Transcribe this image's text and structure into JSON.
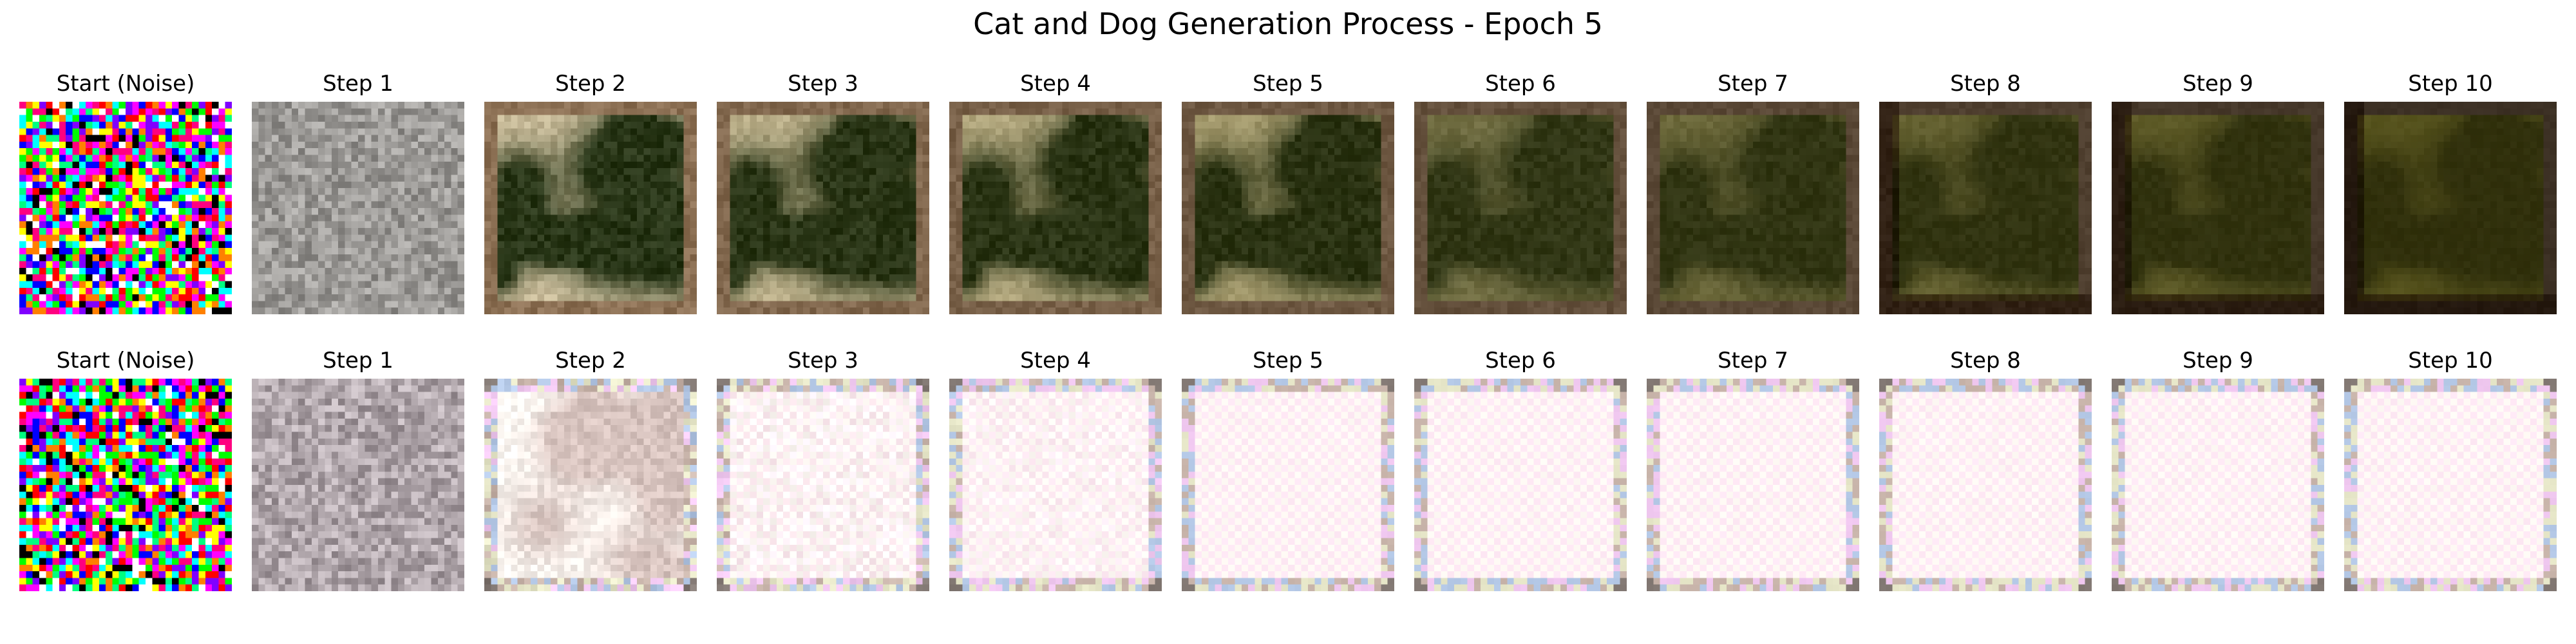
{
  "figure": {
    "title": "Cat and Dog Generation Process - Epoch 5"
  },
  "rows": [
    {
      "panels": [
        {
          "label": "Start (Noise)",
          "image": "random-color-noise"
        },
        {
          "label": "Step 1",
          "image": "gray-noisy-blur"
        },
        {
          "label": "Step 2",
          "image": "dark-green-blotches"
        },
        {
          "label": "Step 3",
          "image": "dark-green-blotches"
        },
        {
          "label": "Step 4",
          "image": "dark-green-blotches"
        },
        {
          "label": "Step 5",
          "image": "dark-green-blotches"
        },
        {
          "label": "Step 6",
          "image": "olive-green-framed"
        },
        {
          "label": "Step 7",
          "image": "olive-green-framed"
        },
        {
          "label": "Step 8",
          "image": "olive-green-framed"
        },
        {
          "label": "Step 9",
          "image": "olive-green-framed"
        },
        {
          "label": "Step 10",
          "image": "olive-green-framed"
        }
      ]
    },
    {
      "panels": [
        {
          "label": "Start (Noise)",
          "image": "random-color-noise"
        },
        {
          "label": "Step 1",
          "image": "gray-noisy-blur"
        },
        {
          "label": "Step 2",
          "image": "pale-pink-blur"
        },
        {
          "label": "Step 3",
          "image": "pale-pink-checker"
        },
        {
          "label": "Step 4",
          "image": "pale-pink-checker-framed"
        },
        {
          "label": "Step 5",
          "image": "pale-pink-checker-framed"
        },
        {
          "label": "Step 6",
          "image": "pale-pink-checker-framed"
        },
        {
          "label": "Step 7",
          "image": "pale-pink-checker-framed"
        },
        {
          "label": "Step 8",
          "image": "pale-pink-checker-framed"
        },
        {
          "label": "Step 9",
          "image": "pale-pink-checker-framed"
        },
        {
          "label": "Step 10",
          "image": "pale-pink-checker-framed"
        }
      ]
    }
  ]
}
